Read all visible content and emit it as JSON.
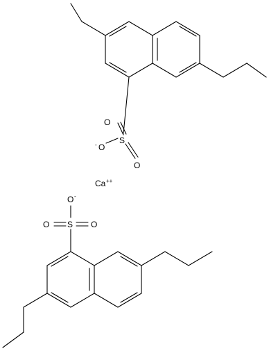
{
  "labels": {
    "mol1_sulfur": "S",
    "mol1_oxygen_minus": "O",
    "mol1_oxygen_minus_charge": "-",
    "mol1_oxygen_top": "O",
    "mol1_oxygen_right": "O",
    "calcium": "Ca",
    "calcium_charge": "++",
    "mol2_oxygen_minus": "O",
    "mol2_oxygen_minus_charge": "-",
    "mol2_oxygen_left": "O",
    "mol2_sulfur": "S",
    "mol2_oxygen_right": "O"
  },
  "colors": {
    "bond": "#000000",
    "text": "#000000",
    "background": "#ffffff"
  }
}
